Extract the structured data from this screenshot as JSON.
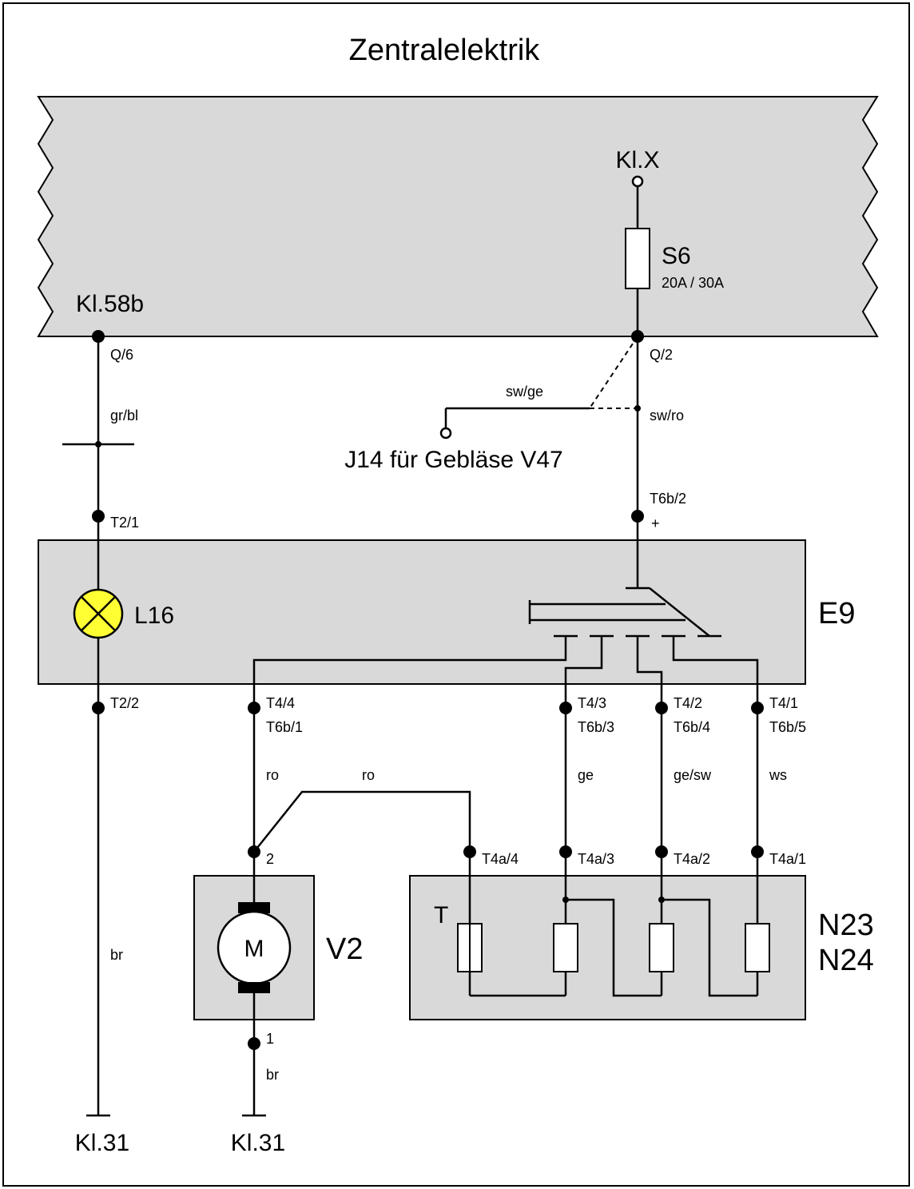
{
  "title": "Zentralelektrik",
  "central": {
    "kl58b": "Kl.58b",
    "klx": "Kl.X",
    "fuse_name": "S6",
    "fuse_rating": "20A / 30A",
    "conn_q6": "Q/6",
    "conn_q2": "Q/2"
  },
  "wires": {
    "grbl": "gr/bl",
    "swge": "sw/ge",
    "swro": "sw/ro",
    "ro1": "ro",
    "ro2": "ro",
    "ge": "ge",
    "gesw": "ge/sw",
    "ws": "ws",
    "br1": "br",
    "br2": "br"
  },
  "j14_label": "J14 für Gebläse V47",
  "connectors": {
    "t2_1": "T2/1",
    "t6b_2": "T6b/2",
    "plus": "+",
    "t2_2": "T2/2",
    "t4_4": "T4/4",
    "t6b_1": "T6b/1",
    "t4_3": "T4/3",
    "t6b_3": "T6b/3",
    "t4_2": "T4/2",
    "t6b_4": "T6b/4",
    "t4_1": "T4/1",
    "t6b_5": "T6b/5",
    "v2_pin2": "2",
    "v2_pin1": "1",
    "t4a_4": "T4a/4",
    "t4a_3": "T4a/3",
    "t4a_2": "T4a/2",
    "t4a_1": "T4a/1"
  },
  "components": {
    "l16": "L16",
    "e9": "E9",
    "motor_symbol": "M",
    "v2": "V2",
    "thermal": "T",
    "n23": "N23",
    "n24": "N24"
  },
  "ground": {
    "left": "Kl.31",
    "right": "Kl.31"
  },
  "colors": {
    "panel": "#d9d9d9",
    "lamp": "#ffff33",
    "line": "#000000"
  }
}
